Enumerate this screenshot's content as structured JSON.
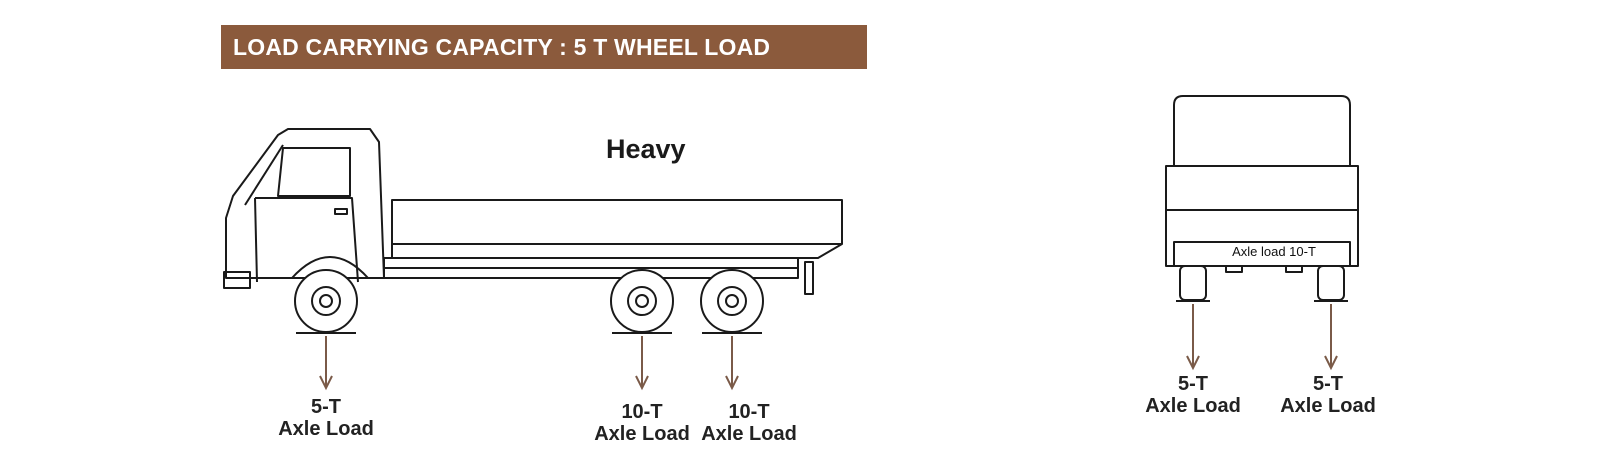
{
  "header": {
    "title": "LOAD CARRYING CAPACITY : 5 T WHEEL LOAD"
  },
  "category_label": "Heavy",
  "side_view": {
    "axles": [
      {
        "value": "5-T",
        "label": "Axle Load"
      },
      {
        "value": "10-T",
        "label": "Axle Load"
      },
      {
        "value": "10-T",
        "label": "Axle Load"
      }
    ]
  },
  "rear_view": {
    "plate_text": "Axle load 10-T",
    "wheels": [
      {
        "value": "5-T",
        "label": "Axle Load"
      },
      {
        "value": "5-T",
        "label": "Axle Load"
      }
    ]
  },
  "colors": {
    "title_bg": "#8b5a3c",
    "arrow": "#7a5a48",
    "line": "#1a1a1a"
  }
}
